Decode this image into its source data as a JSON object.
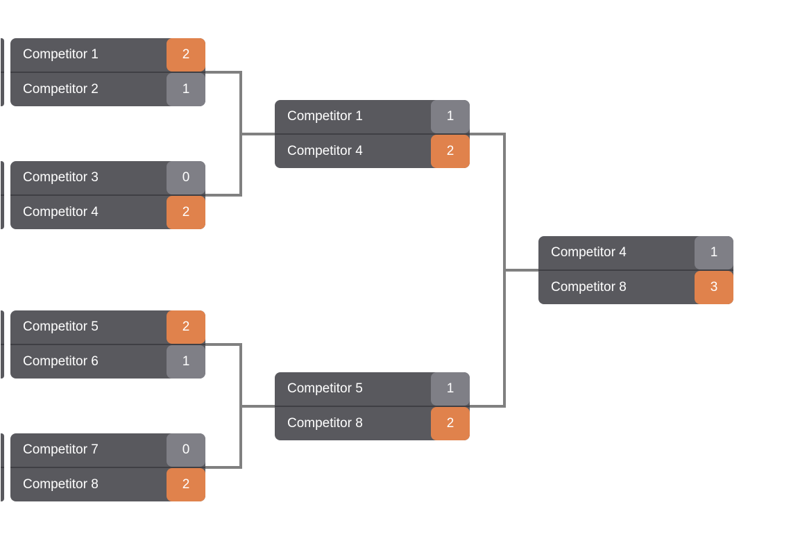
{
  "colors": {
    "row_background": "#59595E",
    "row_divider": "#3F3F44",
    "winner_badge": "#E0824C",
    "loser_badge": "#7F7F86",
    "text": "#FFFFFF",
    "connector": "#808080",
    "page_background": "#FFFFFF"
  },
  "bracket": {
    "rounds": [
      {
        "matches": [
          {
            "competitors": [
              {
                "name": "Competitor 1",
                "score": "2",
                "winner": true
              },
              {
                "name": "Competitor 2",
                "score": "1",
                "winner": false
              }
            ]
          },
          {
            "competitors": [
              {
                "name": "Competitor 3",
                "score": "0",
                "winner": false
              },
              {
                "name": "Competitor 4",
                "score": "2",
                "winner": true
              }
            ]
          },
          {
            "competitors": [
              {
                "name": "Competitor 5",
                "score": "2",
                "winner": true
              },
              {
                "name": "Competitor 6",
                "score": "1",
                "winner": false
              }
            ]
          },
          {
            "competitors": [
              {
                "name": "Competitor 7",
                "score": "0",
                "winner": false
              },
              {
                "name": "Competitor 8",
                "score": "2",
                "winner": true
              }
            ]
          }
        ]
      },
      {
        "matches": [
          {
            "competitors": [
              {
                "name": "Competitor 1",
                "score": "1",
                "winner": false
              },
              {
                "name": "Competitor 4",
                "score": "2",
                "winner": true
              }
            ]
          },
          {
            "competitors": [
              {
                "name": "Competitor 5",
                "score": "1",
                "winner": false
              },
              {
                "name": "Competitor 8",
                "score": "2",
                "winner": true
              }
            ]
          }
        ]
      },
      {
        "matches": [
          {
            "competitors": [
              {
                "name": "Competitor 4",
                "score": "1",
                "winner": false
              },
              {
                "name": "Competitor 8",
                "score": "3",
                "winner": true
              }
            ]
          }
        ]
      }
    ]
  }
}
